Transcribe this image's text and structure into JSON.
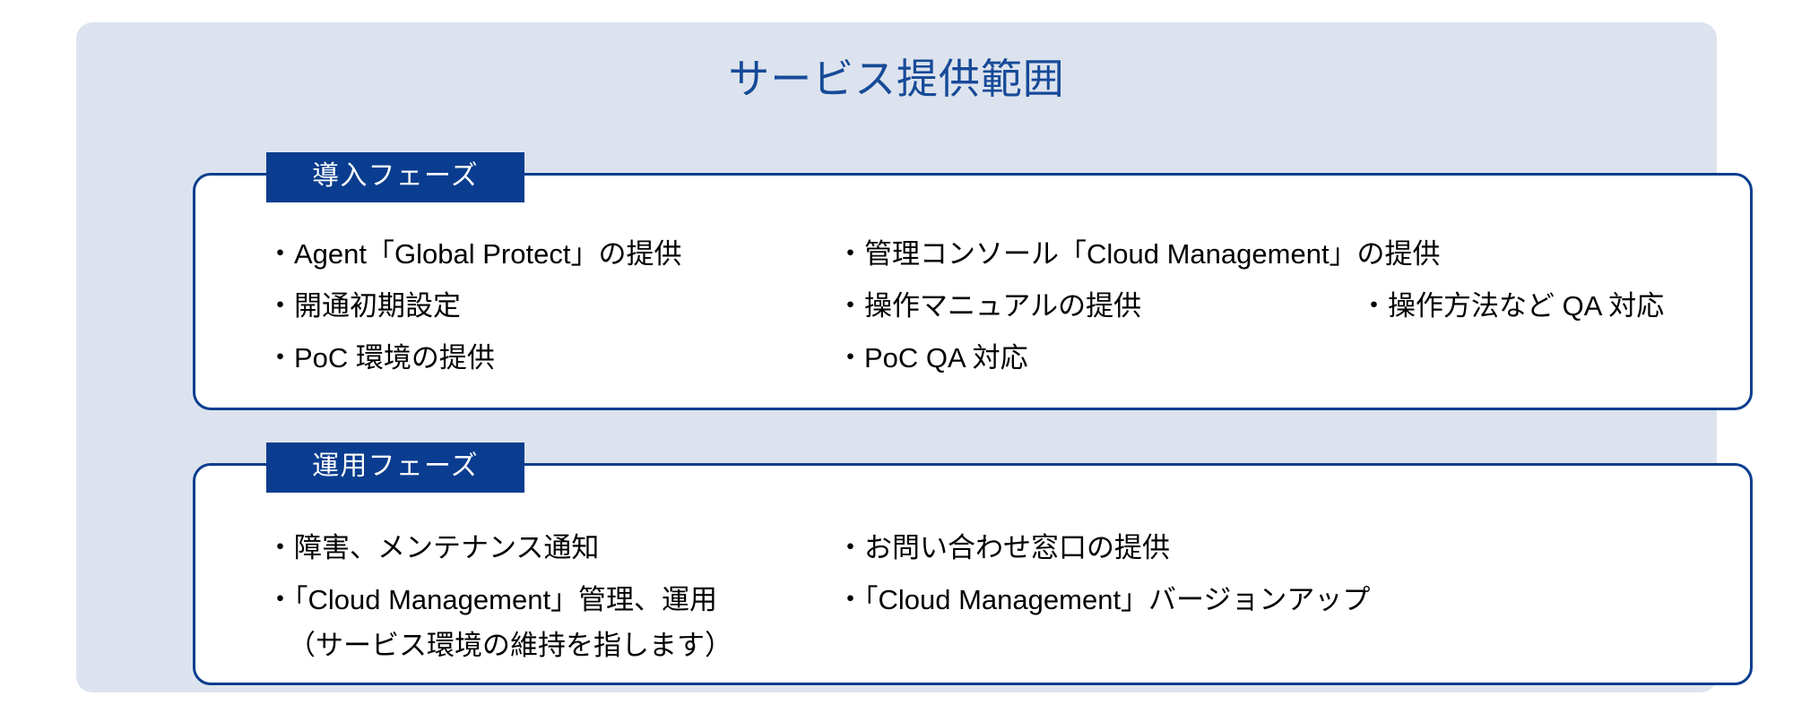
{
  "colors": {
    "panel_background": "#dce3ee",
    "title_text": "#174a98",
    "box_border": "#0a3d8f",
    "badge_background": "#0a3d8f",
    "badge_text": "#ffffff",
    "box_background": "#ffffff",
    "body_text": "#000000"
  },
  "title": "サービス提供範囲",
  "phases": [
    {
      "badge": "導入フェーズ",
      "columns": [
        {
          "items": [
            {
              "text": "・Agent「Global Protect」の提供"
            },
            {
              "text": "・開通初期設定"
            },
            {
              "text": "・PoC 環境の提供"
            }
          ]
        },
        {
          "items": [
            {
              "text": "・管理コンソール「Cloud Management」の提供"
            },
            {
              "text": "・操作マニュアルの提供"
            },
            {
              "text": "・PoC QA 対応"
            }
          ]
        },
        {
          "items": [
            {
              "text": "・操作方法など QA 対応"
            }
          ]
        }
      ]
    },
    {
      "badge": "運用フェーズ",
      "columns": [
        {
          "items": [
            {
              "text": "・障害、メンテナンス通知"
            },
            {
              "text": "・「Cloud Management」管理、運用",
              "sub": "（サービス環境の維持を指します）"
            }
          ]
        },
        {
          "items": [
            {
              "text": "・お問い合わせ窓口の提供"
            },
            {
              "text": "・「Cloud Management」バージョンアップ"
            }
          ]
        }
      ]
    }
  ]
}
